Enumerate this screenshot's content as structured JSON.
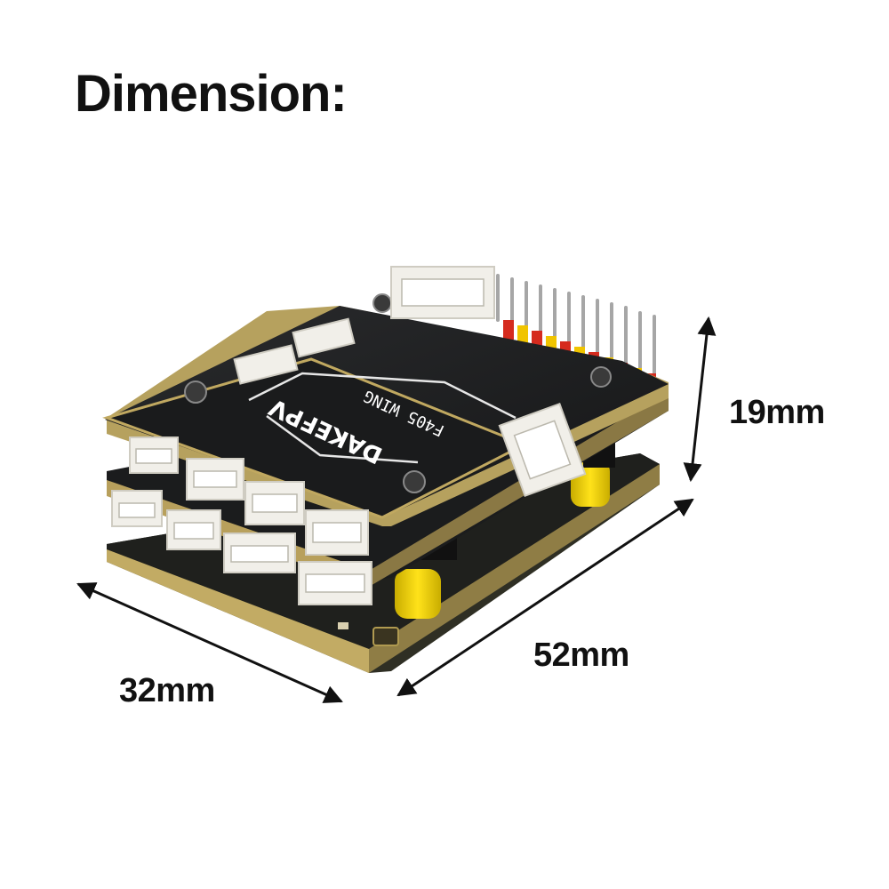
{
  "title": "Dimension:",
  "dimensions": {
    "height": "19mm",
    "length": "52mm",
    "width": "32mm"
  },
  "board": {
    "brand": "DAKEFPV",
    "model": "F405 WING"
  },
  "colors": {
    "pcb": "#1c1d1e",
    "pcb_edge": "#b49a55",
    "connector": "#f1efe9",
    "standoff": "#f2d400",
    "arrow": "#111111"
  }
}
